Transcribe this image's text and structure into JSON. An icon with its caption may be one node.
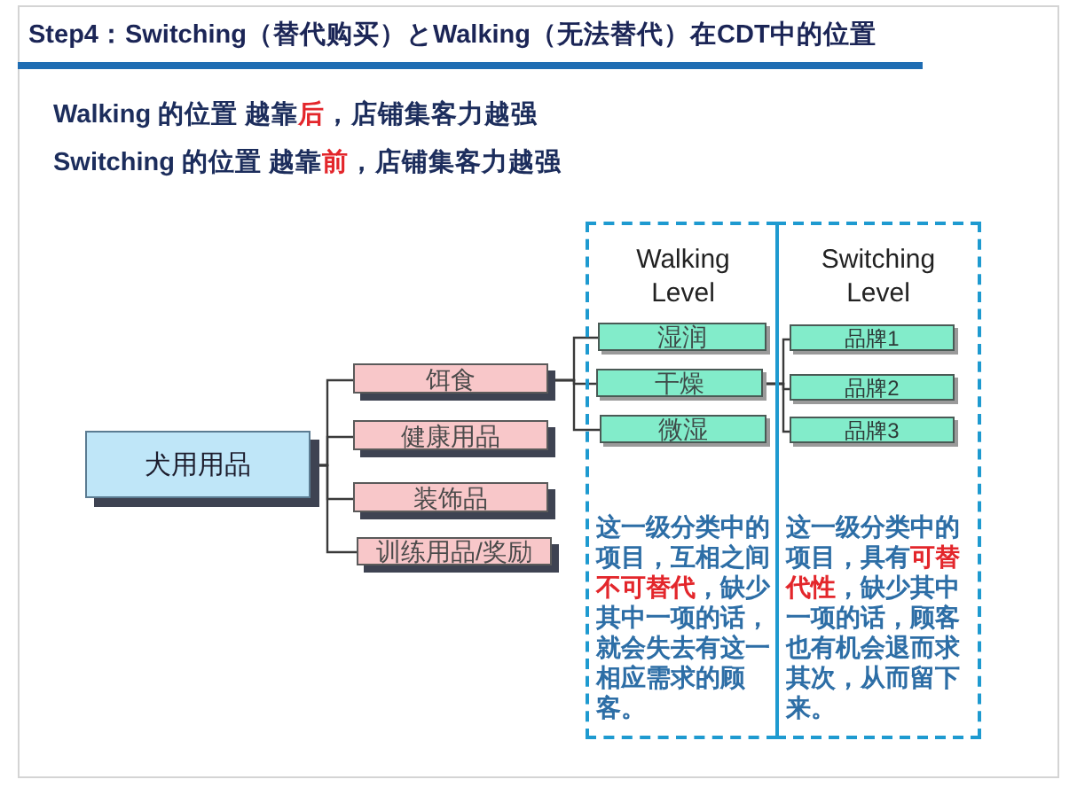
{
  "diagram": {
    "title": "Step4：Switching（替代购买）とWalking（无法替代）在CDT中的位置",
    "nodes": [
      {
        "text": [
          "犬用用品"
        ]
      },
      {
        "text": [
          "饵食"
        ]
      },
      {
        "text": [
          "健康用品"
        ]
      },
      {
        "text": [
          "装饰品"
        ]
      },
      {
        "text": [
          "训练用品/奖励"
        ]
      },
      {
        "text": [
          "Walking Level",
          "这一级分类中的项目，互相之间**不可替代**，缺少其中一项的话，就会失去有这一相应需求的顾客。"
        ]
      },
      {
        "text": [
          "湿润"
        ],
        "in": 5
      },
      {
        "text": [
          "干燥"
        ],
        "in": 5
      },
      {
        "text": [
          "微湿"
        ],
        "in": 5
      },
      {
        "text": [
          "Switching Level",
          "这一级分类中的项目，具有**可替代性**，缺少其中一项的话，顾客也有机会退而求其次，从而留下来。"
        ]
      },
      {
        "text": [
          "品牌1"
        ],
        "in": 9
      },
      {
        "text": [
          "品牌2"
        ],
        "in": 9
      },
      {
        "text": [
          "品牌3"
        ],
        "in": 9
      }
    ],
    "edges": [
      {
        "from": 0,
        "to": 1,
        "arrow": "none"
      },
      {
        "from": 0,
        "to": 2,
        "arrow": "none"
      },
      {
        "from": 0,
        "to": 3,
        "arrow": "none"
      },
      {
        "from": 0,
        "to": 4,
        "arrow": "none"
      },
      {
        "from": 1,
        "to": 6,
        "arrow": "none"
      },
      {
        "from": 1,
        "to": 7,
        "arrow": "none"
      },
      {
        "from": 1,
        "to": 8,
        "arrow": "none"
      },
      {
        "from": 7,
        "to": 10,
        "arrow": "none"
      },
      {
        "from": 7,
        "to": 11,
        "arrow": "none"
      },
      {
        "from": 7,
        "to": 12,
        "arrow": "none"
      }
    ],
    "labels": [
      "Walking 的位置 越靠**后**，店铺集客力越强",
      "Switching 的位置 越靠**前**，店铺集客力越强"
    ]
  }
}
